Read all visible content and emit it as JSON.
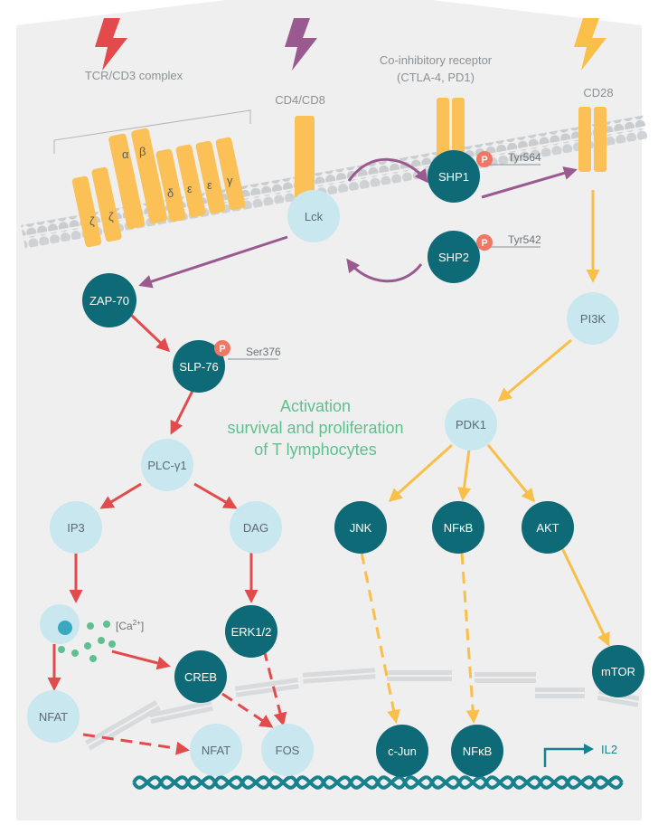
{
  "receptors": {
    "tcr_label": "TCR/CD3 complex",
    "cd4cd8_label": "CD4/CD8",
    "coinhib_label_line1": "Co-inhibitory receptor",
    "coinhib_label_line2": "(CTLA-4, PD1)",
    "cd28_label": "CD28",
    "chain_alpha": "α",
    "chain_beta": "β",
    "chain_zeta1": "ζ",
    "chain_zeta2": "ζ",
    "chain_delta": "δ",
    "chain_eps1": "ε",
    "chain_eps2": "ε",
    "chain_gamma": "γ"
  },
  "nodes": {
    "lck": "Lck",
    "shp1": "SHP1",
    "shp2": "SHP2",
    "zap70": "ZAP-70",
    "slp76": "SLP-76",
    "plcg1": "PLC-γ1",
    "ip3": "IP3",
    "dag": "DAG",
    "erk": "ERK1/2",
    "creb": "CREB",
    "nfat_cyto": "NFAT",
    "nfat_nuc": "NFAT",
    "fos": "FOS",
    "pi3k": "PI3K",
    "pdk1": "PDK1",
    "jnk": "JNK",
    "nfkb_cyto": "NFκB",
    "akt": "AKT",
    "mtor": "mTOR",
    "cjun": "c-Jun",
    "nfkb_nuc": "NFκB"
  },
  "phospho": {
    "p_symbol": "P",
    "shp1_site": "Tyr564",
    "shp2_site": "Tyr542",
    "slp76_site": "Ser376"
  },
  "calcium_label": "[Ca",
  "calcium_sup": "2+",
  "calcium_close": "]",
  "gene_label": "IL2",
  "center_text": {
    "line1": "Activation",
    "line2": "survival and proliferation",
    "line3": "of T lymphocytes"
  },
  "colors": {
    "background_panel": "#efefef",
    "membrane_bead": "#c9cdd0",
    "receptor": "#fbc156",
    "light_node": "#c9e7ee",
    "dark_node": "#0e6a76",
    "red_arrow": "#e34a4c",
    "purple_arrow": "#9a5a8f",
    "yellow_arrow": "#f9bf48",
    "phospho": "#ee7766",
    "dna": "#17818e",
    "activation_text": "#5fbf8f",
    "calcium_dot": "#5fbf8f",
    "bolt_red": "#e34a4c",
    "bolt_purple": "#9a5a8f",
    "bolt_yellow": "#f9bf48"
  }
}
